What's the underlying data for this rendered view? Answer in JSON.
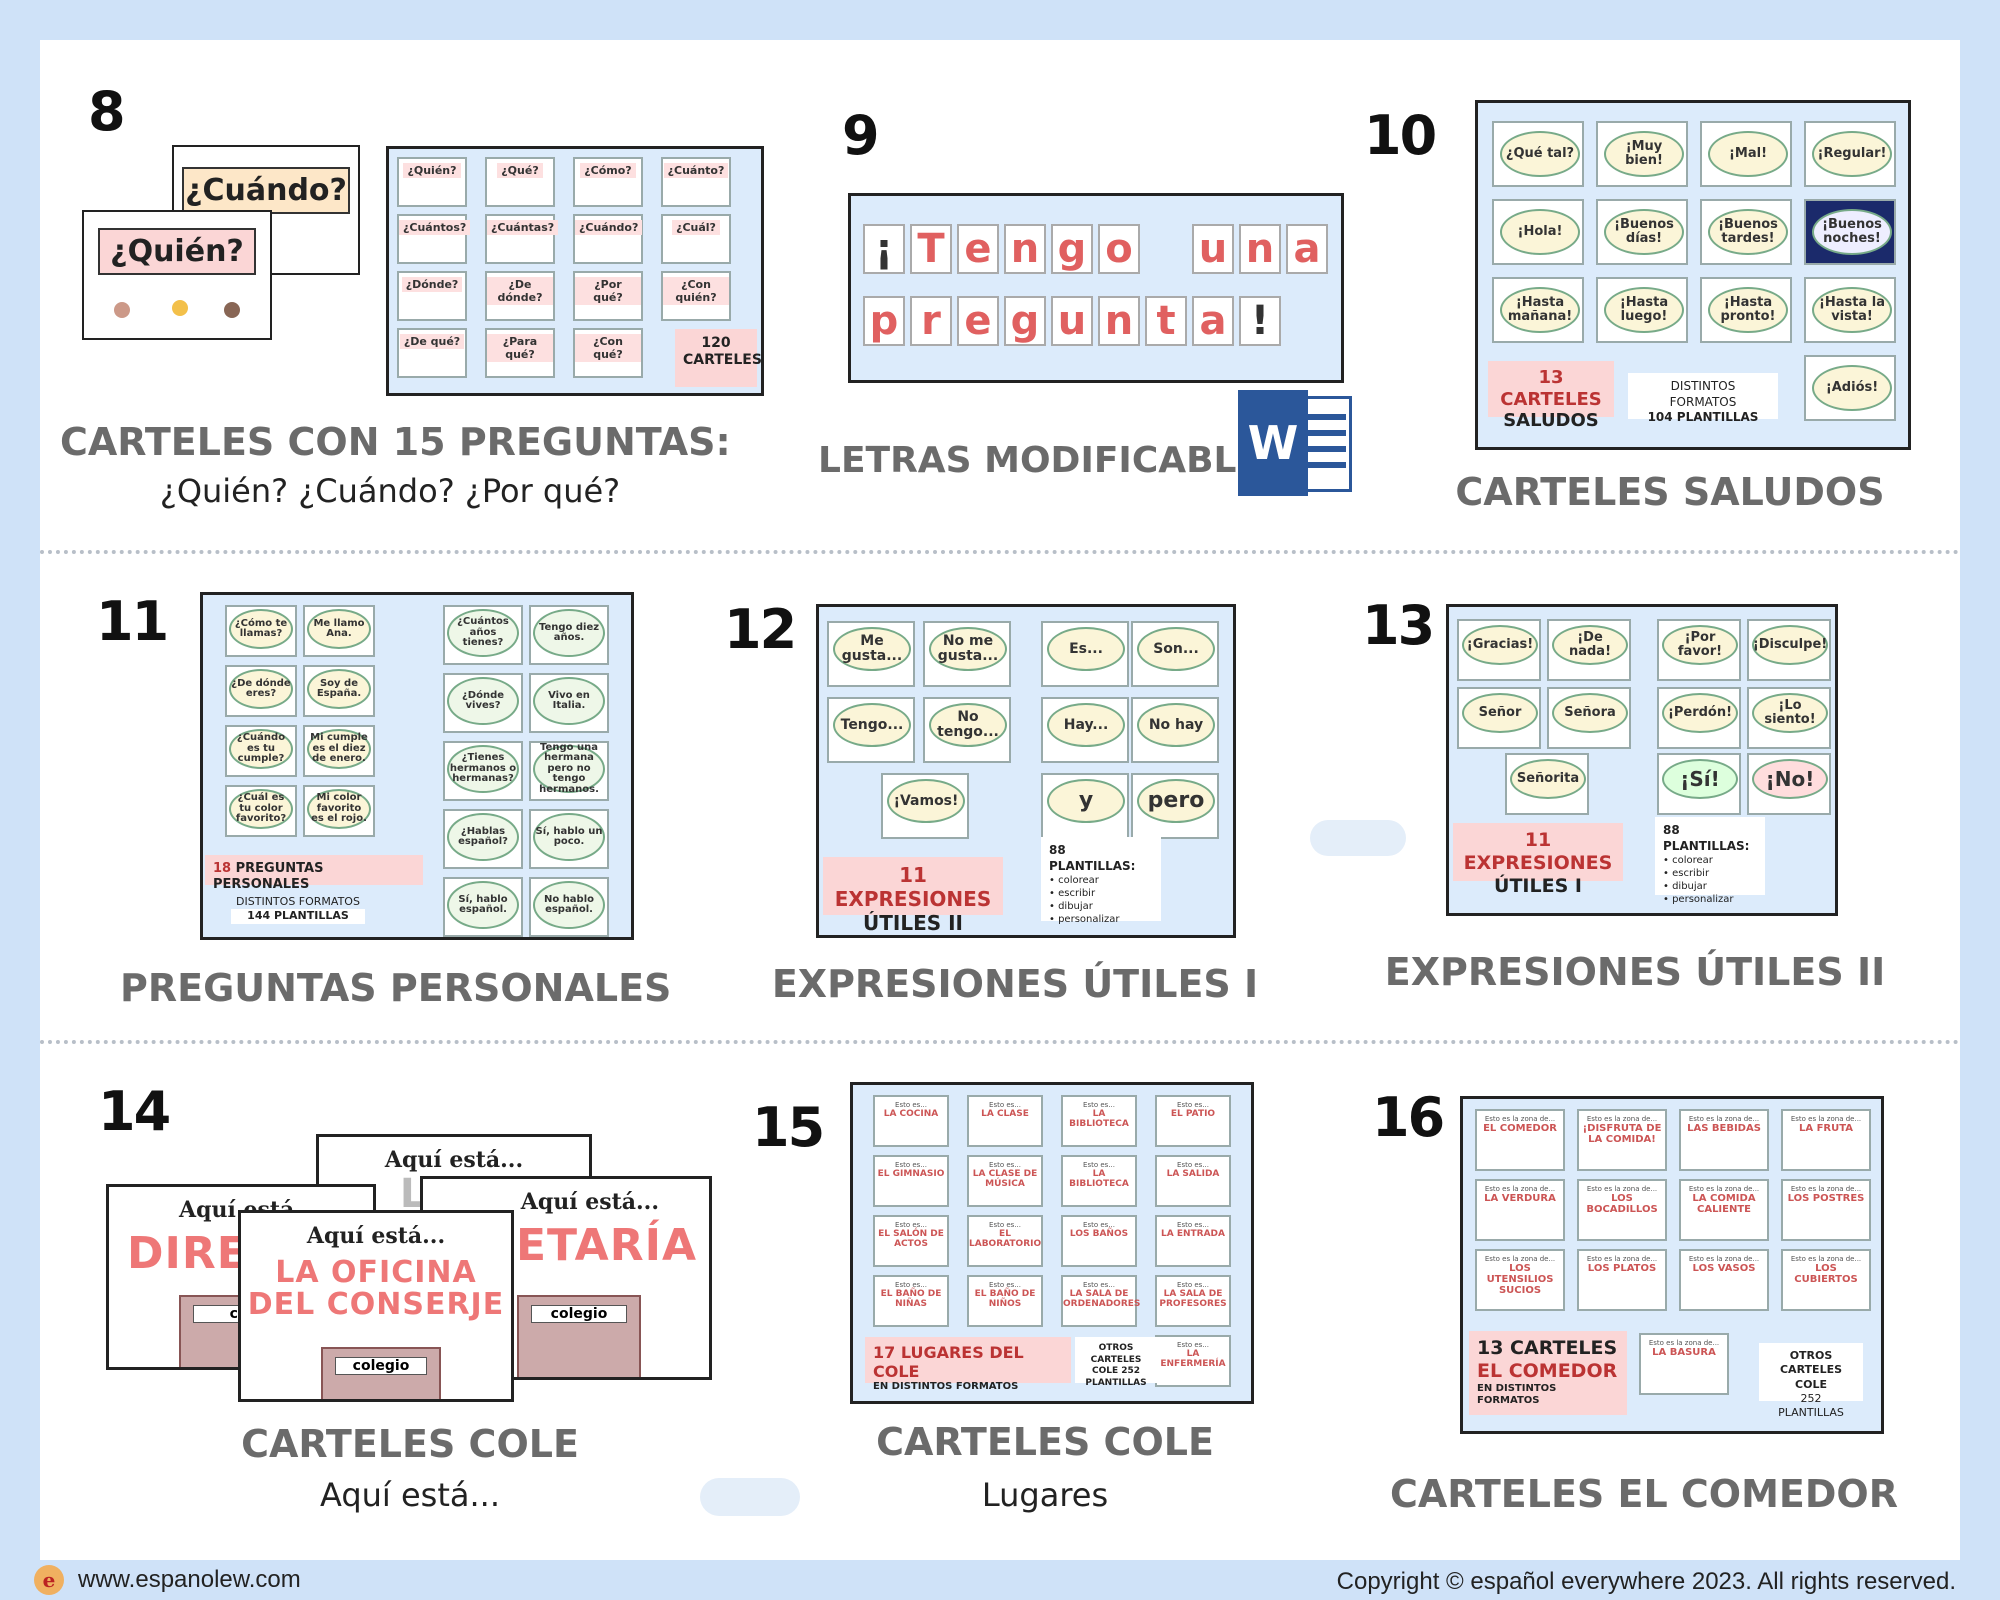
{
  "sections": [
    {
      "number": "8",
      "title": "CARTELES CON 15 PREGUNTAS:",
      "subtitle": "¿Quién? ¿Cuándo? ¿Por qué?",
      "cards": [
        "¿Quién?",
        "¿Qué?",
        "¿Cómo?",
        "¿Cuánto?",
        "¿Cuántos?",
        "¿Cuántas?",
        "¿Cuándo?",
        "¿Cuál?",
        "¿Dónde?",
        "¿De dónde?",
        "¿Por qué?",
        "¿Con quién?",
        "¿De qué?",
        "¿Para qué?",
        "¿Con qué?"
      ],
      "card_front": "¿Quién?",
      "card_back": "¿Cuándo?",
      "count": "120",
      "count_label": "CARTELES"
    },
    {
      "number": "9",
      "title": "LETRAS  MODIFICABLE",
      "line1": [
        "¡",
        "T",
        "e",
        "n",
        "g",
        "o",
        "",
        "u",
        "n",
        "a"
      ],
      "line2": [
        "p",
        "r",
        "e",
        "g",
        "u",
        "n",
        "t",
        "a",
        "!"
      ],
      "word_icon": "W"
    },
    {
      "number": "10",
      "title": "CARTELES SALUDOS",
      "cards": [
        "¿Qué tal?",
        "¡Muy bien!",
        "¡Mal!",
        "¡Regular!",
        "¡Hola!",
        "¡Buenos días!",
        "¡Buenos tardes!",
        "¡Buenos noches!",
        "¡Hasta mañana!",
        "¡Hasta luego!",
        "¡Hasta pronto!",
        "¡Hasta la vista!",
        "¡Adiós!"
      ],
      "tag_num": "13",
      "tag_line1": "CARTELES",
      "tag_line2": "SALUDOS",
      "info1": "DISTINTOS FORMATOS",
      "info2": "104 PLANTILLAS"
    },
    {
      "number": "11",
      "title": "PREGUNTAS PERSONALES",
      "cards": [
        "¿Cómo te llamas?",
        "Me llamo Ana.",
        "¿De dónde eres?",
        "Soy de España.",
        "¿Cuándo es tu cumple?",
        "Mi cumple es el diez de enero.",
        "¿Cuál es tu color favorito?",
        "Mi color favorito es el rojo.",
        "¿Cuántos años tienes?",
        "Tengo diez años.",
        "¿Dónde vives?",
        "Vivo en Italia.",
        "¿Tienes hermanos o hermanas?",
        "Tengo una hermana pero no tengo hermanos.",
        "¿Hablas español?",
        "Sí, hablo un poco.",
        "Sí, hablo español.",
        "No hablo español."
      ],
      "tag_num": "18",
      "tag_text": "PREGUNTAS PERSONALES",
      "info1": "DISTINTOS FORMATOS",
      "info2": "144 PLANTILLAS"
    },
    {
      "number": "12",
      "title": "EXPRESIONES ÚTILES I",
      "cards": [
        "Me gusta...",
        "No me gusta...",
        "Es...",
        "Son...",
        "Tengo...",
        "No tengo...",
        "Hay...",
        "No hay",
        "¡Vamos!",
        "y",
        "pero"
      ],
      "tag_line1": "11 EXPRESIONES",
      "tag_line2": "ÚTILES II",
      "info_title": "88 PLANTILLAS:",
      "info_items": [
        "colorear",
        "escribir",
        "dibujar",
        "personalizar"
      ]
    },
    {
      "number": "13",
      "title": "EXPRESIONES ÚTILES II",
      "cards": [
        "¡Gracias!",
        "¡De nada!",
        "¡Por favor!",
        "¡Disculpe!",
        "Señor",
        "Señora",
        "¡Perdón!",
        "¡Lo siento!",
        "Señorita",
        "¡Sí!",
        "¡No!"
      ],
      "tag_line1": "11 EXPRESIONES",
      "tag_line2": "ÚTILES I",
      "info_title": "88 PLANTILLAS:",
      "info_items": [
        "colorear",
        "escribir",
        "dibujar",
        "personalizar"
      ]
    },
    {
      "number": "14",
      "title": "CARTELES COLE",
      "subtitle": "Aquí está...",
      "poster_here": "Aquí está...",
      "poster_left": "DIREC",
      "poster_right": "CRETARÍA",
      "poster_front_l1": "LA OFICINA",
      "poster_front_l2": "DEL CONSERJE",
      "poster_back": "LA O",
      "building_sign": "colegio",
      "building_sign_short": "col"
    },
    {
      "number": "15",
      "title": "CARTELES COLE",
      "subtitle": "Lugares",
      "cards": [
        "LA COCINA",
        "LA CLASE",
        "LA BIBLIOTECA",
        "EL PATIO",
        "EL GIMNASIO",
        "LA CLASE DE MÚSICA",
        "LA BIBLIOTECA",
        "LA SALIDA",
        "EL SALÓN DE ACTOS",
        "EL LABORATORIO",
        "LOS BAÑOS",
        "LA ENTRADA",
        "EL BAÑO DE NIÑAS",
        "EL BAÑO DE NIÑOS",
        "LA SALA DE ORDENADORES",
        "LA SALA DE PROFESORES",
        "LA ENFERMERÍA"
      ],
      "card_pre": "Esto es...",
      "tag_text": "17 LUGARES DEL COLE",
      "tag_sub": "EN DISTINTOS FORMATOS",
      "info": "OTROS CARTELES COLE 252 PLANTILLAS"
    },
    {
      "number": "16",
      "title": "CARTELES EL COMEDOR",
      "cards": [
        "EL COMEDOR",
        "¡DISFRUTA DE LA COMIDA!",
        "LAS BEBIDAS",
        "LA FRUTA",
        "LA VERDURA",
        "LOS BOCADILLOS",
        "LA COMIDA CALIENTE",
        "LOS POSTRES",
        "LOS UTENSILIOS SUCIOS",
        "LOS PLATOS",
        "LOS VASOS",
        "LOS CUBIERTOS",
        "LA BASURA"
      ],
      "card_pre": "Esto es la zona de...",
      "tag_line1": "13 CARTELES",
      "tag_line2": "EL COMEDOR",
      "tag_sub": "EN DISTINTOS FORMATOS",
      "info_l1": "OTROS",
      "info_l2": "CARTELES COLE",
      "info_l3": "252 PLANTILLAS"
    }
  ],
  "footer": {
    "website": "www.espanolew.com",
    "copyright": "Copyright © español everywhere 2023. All rights reserved.",
    "logo": "e"
  }
}
